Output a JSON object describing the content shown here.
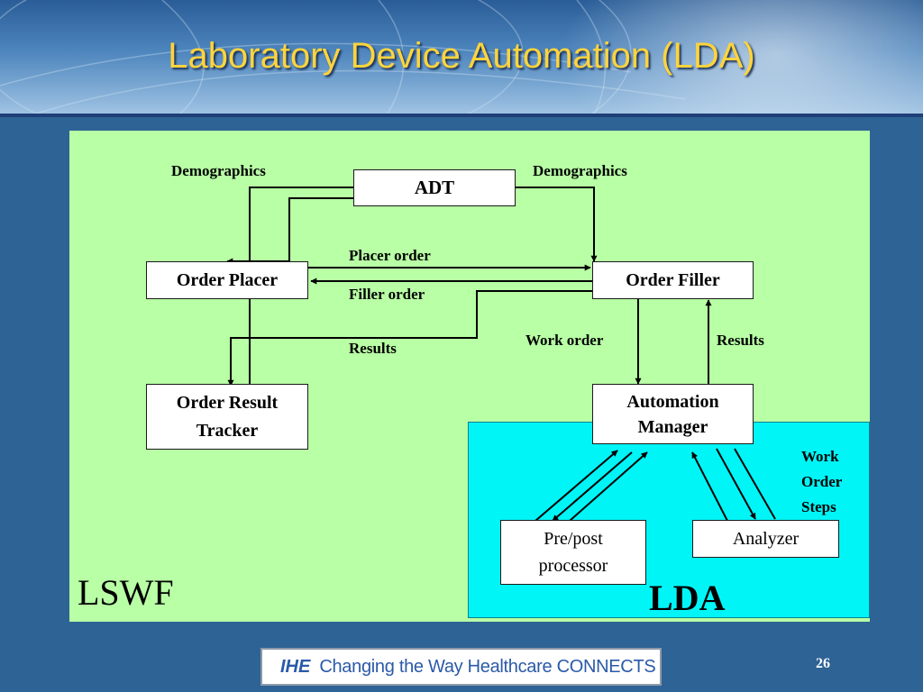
{
  "slide": {
    "title": "Laboratory Device Automation (LDA)",
    "page_number": "26"
  },
  "footer": {
    "logo_ihe": "IHE",
    "logo_tagline": "Changing the Way Healthcare CONNECTS"
  },
  "diagram": {
    "regions": {
      "lswf": "LSWF",
      "lda": "LDA"
    },
    "nodes": {
      "adt": "ADT",
      "order_placer": "Order Placer",
      "order_filler": "Order Filler",
      "order_result_tracker_line1": "Order Result",
      "order_result_tracker_line2": "Tracker",
      "automation_manager_line1": "Automation",
      "automation_manager_line2": "Manager",
      "pre_post_processor_line1": "Pre/post",
      "pre_post_processor_line2": "processor",
      "analyzer": "Analyzer"
    },
    "edge_labels": {
      "demographics_left": "Demographics",
      "demographics_right": "Demographics",
      "placer_order": "Placer order",
      "filler_order": "Filler order",
      "results_left": "Results",
      "work_order": "Work order",
      "results_right": "Results",
      "work_order_steps_line1": "Work",
      "work_order_steps_line2": "Order",
      "work_order_steps_line3": "Steps"
    }
  }
}
